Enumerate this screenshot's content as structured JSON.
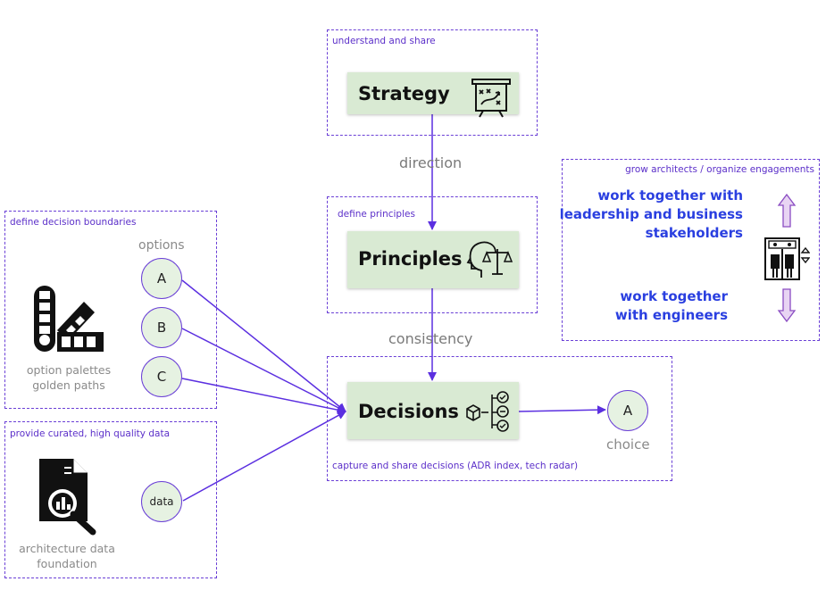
{
  "groups": {
    "strategy": "understand and share",
    "principles": "define principles",
    "decisions": "capture and share decisions (ADR index, tech radar)",
    "boundaries": "define decision boundaries",
    "data": "provide curated, high quality data",
    "architects": "grow architects / organize engagements"
  },
  "nodes": {
    "strategy": "Strategy",
    "principles": "Principles",
    "decisions": "Decisions"
  },
  "edges": {
    "direction": "direction",
    "consistency": "consistency"
  },
  "options": {
    "title": "options",
    "items": [
      "A",
      "B",
      "C"
    ],
    "caption_line1": "option palettes",
    "caption_line2": "golden paths"
  },
  "data_section": {
    "circle": "data",
    "caption_line1": "architecture data",
    "caption_line2": "foundation"
  },
  "choice": {
    "circle": "A",
    "label": "choice"
  },
  "architects": {
    "up_line1": "work together with",
    "up_line2": "leadership and business",
    "up_line3": "stakeholders",
    "down_line1": "work together",
    "down_line2": "with engineers"
  },
  "icons": {
    "strategy": "strategy-board-icon",
    "principles": "head-scales-icon",
    "decisions": "decision-tree-icon",
    "palette": "color-palette-icon",
    "report": "data-report-icon",
    "elevator": "elevator-icon",
    "up": "arrow-up-icon",
    "down": "arrow-down-icon"
  }
}
